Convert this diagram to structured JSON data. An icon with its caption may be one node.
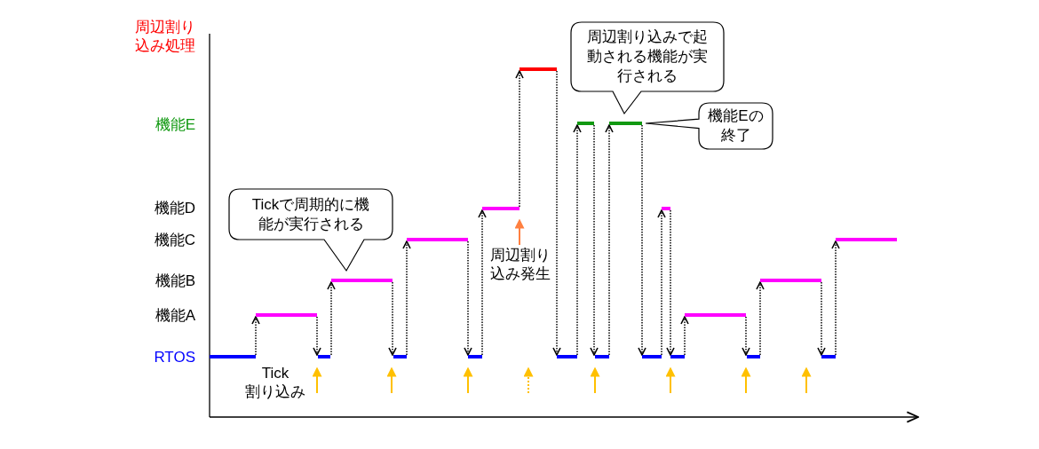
{
  "diagram": {
    "nodes": [
      {
        "text": [
          "周辺割り込みで起動される機能が実行される"
        ]
      },
      {
        "text": [
          "機能Eの終了"
        ]
      },
      {
        "text": [
          "Tickで周期的に機能が実行される"
        ]
      },
      {
        "text": [],
        "shape": "bar"
      },
      {
        "text": [],
        "shape": "bar"
      },
      {
        "text": [],
        "shape": "bar"
      },
      {
        "text": [],
        "shape": "bar"
      },
      {
        "text": [],
        "shape": "bar"
      },
      {
        "text": [],
        "shape": "bar"
      },
      {
        "text": [],
        "shape": "bar"
      },
      {
        "text": [],
        "shape": "bar"
      },
      {
        "text": [],
        "shape": "bar"
      },
      {
        "text": [],
        "shape": "bar"
      },
      {
        "text": [],
        "shape": "bar"
      },
      {
        "text": [],
        "shape": "bar"
      },
      {
        "text": [],
        "shape": "bar"
      },
      {
        "text": [],
        "shape": "bar"
      },
      {
        "text": [],
        "shape": "bar"
      },
      {
        "text": [],
        "shape": "bar"
      },
      {
        "text": [],
        "shape": "bar"
      },
      {
        "text": [],
        "shape": "bar"
      },
      {
        "text": [],
        "shape": "bar"
      },
      {
        "text": [],
        "shape": "bar"
      },
      {
        "text": [],
        "shape": "bar"
      }
    ],
    "edges": [
      {
        "from": 3,
        "to": 4,
        "arrow": "to"
      },
      {
        "from": 4,
        "to": 5,
        "arrow": "to"
      },
      {
        "from": 5,
        "to": 6,
        "arrow": "to"
      },
      {
        "from": 6,
        "to": 7,
        "arrow": "to"
      },
      {
        "from": 7,
        "to": 8,
        "arrow": "to"
      },
      {
        "from": 8,
        "to": 9,
        "arrow": "to"
      },
      {
        "from": 9,
        "to": 10,
        "arrow": "to"
      },
      {
        "from": 10,
        "to": 11,
        "arrow": "to"
      },
      {
        "from": 11,
        "to": 12,
        "arrow": "to"
      },
      {
        "from": 12,
        "to": 13,
        "arrow": "to"
      },
      {
        "from": 13,
        "to": 14,
        "arrow": "to"
      },
      {
        "from": 14,
        "to": 15,
        "arrow": "to"
      },
      {
        "from": 15,
        "to": 16,
        "arrow": "to"
      },
      {
        "from": 16,
        "to": 17,
        "arrow": "to"
      },
      {
        "from": 17,
        "to": 18,
        "arrow": "to"
      },
      {
        "from": 18,
        "to": 19,
        "arrow": "to"
      },
      {
        "from": 19,
        "to": 20,
        "arrow": "to"
      },
      {
        "from": 20,
        "to": 21,
        "arrow": "to"
      },
      {
        "from": 21,
        "to": 22,
        "arrow": "to"
      },
      {
        "from": 22,
        "to": 23,
        "arrow": "to"
      }
    ],
    "labels": [
      "周辺割り込み処理",
      "機能E",
      "機能D",
      "機能C",
      "機能B",
      "機能A",
      "RTOS",
      "周辺割り込み発生",
      "Tick 割り込み"
    ]
  }
}
